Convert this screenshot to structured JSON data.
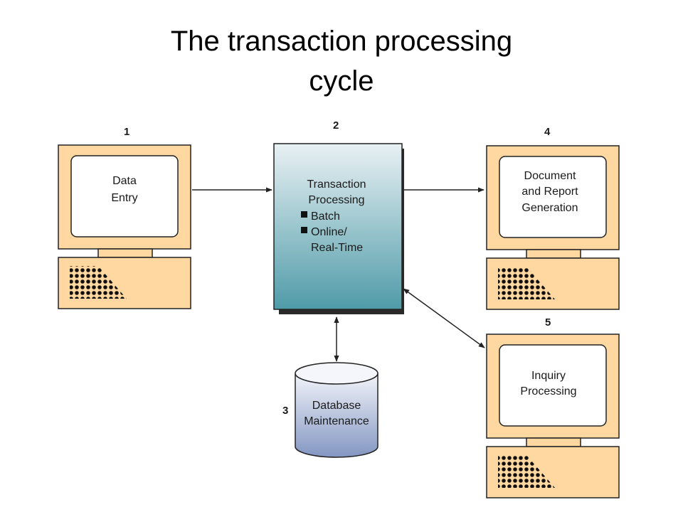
{
  "title": {
    "line1": "The transaction processing",
    "line2": "cycle"
  },
  "colors": {
    "monitor_fill": "#ffd7a0",
    "screen_fill": "#ffffff",
    "server_top": "#e9f1f4",
    "server_bottom": "#4f9ba8",
    "database_top": "#f2f4fa",
    "database_bottom": "#8396c2",
    "stroke": "#222222"
  },
  "nodes": {
    "data_entry": {
      "number": "1",
      "lines": [
        "Data",
        "Entry"
      ]
    },
    "transaction_processing": {
      "number": "2",
      "lines": [
        "Transaction",
        "Processing"
      ],
      "bullets": [
        "Batch",
        "Online/"
      ],
      "continuation": "Real-Time"
    },
    "database_maintenance": {
      "number": "3",
      "lines": [
        "Database",
        "Maintenance"
      ]
    },
    "document_report": {
      "number": "4",
      "lines": [
        "Document",
        "and Report",
        "Generation"
      ]
    },
    "inquiry_processing": {
      "number": "5",
      "lines": [
        "Inquiry",
        "Processing"
      ]
    }
  }
}
